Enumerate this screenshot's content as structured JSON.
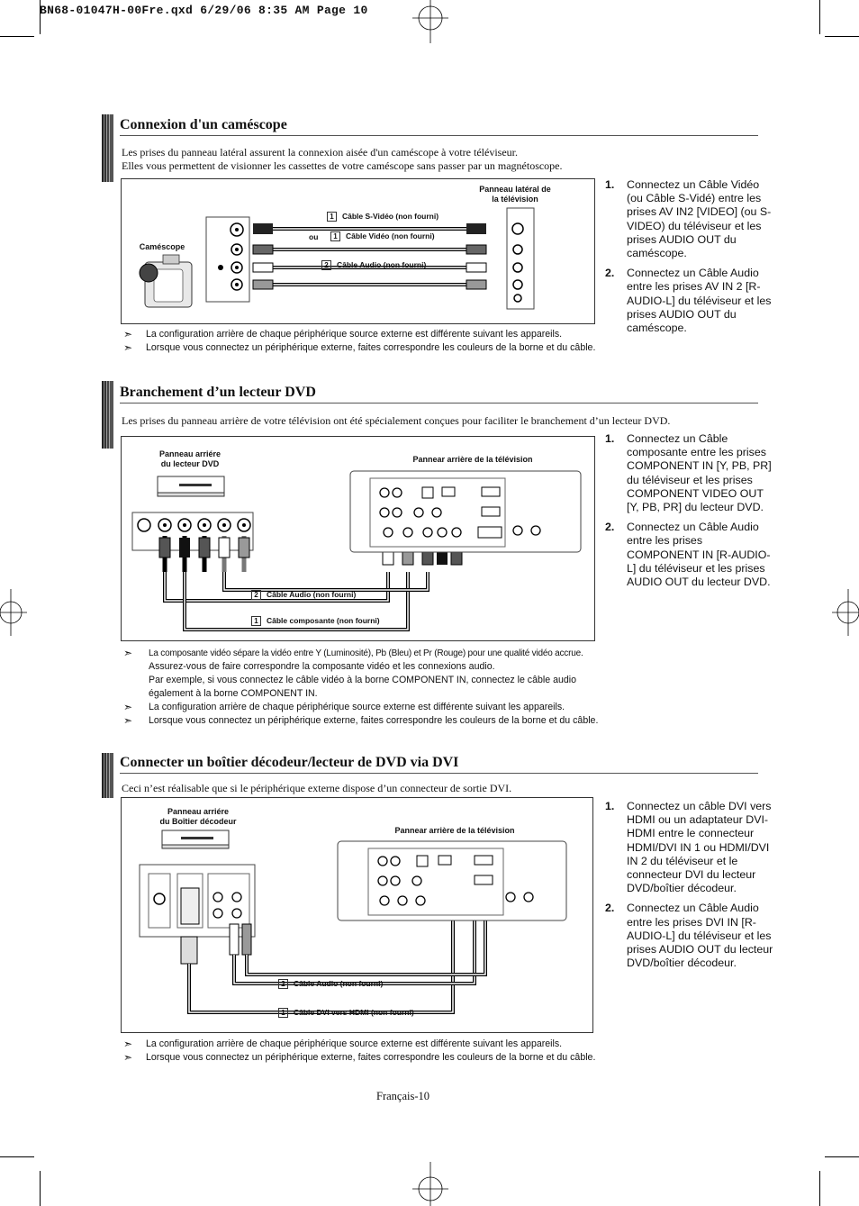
{
  "header": "BN68-01047H-00Fre.qxd   6/29/06 8:35 AM   Page 10",
  "sections": [
    {
      "title": "Connexion d'un caméscope",
      "intro": [
        "Les prises du panneau latéral assurent la connexion aisée d'un caméscope à votre téléviseur.",
        "Elles vous permettent de visionner les cassettes de votre caméscope sans passer par un magnétoscope."
      ],
      "diagram": {
        "label_camcorder": "Caméscope",
        "label_tv": "Panneau latéral de\nla télévision",
        "ou": "ou",
        "cables": [
          {
            "num": "1",
            "label": "Câble S-Vidéo (non fourni)"
          },
          {
            "num": "1",
            "label": "Câble Vidéo (non fourni)"
          },
          {
            "num": "2",
            "label": "Câble Audio (non fourni)"
          }
        ]
      },
      "steps": [
        {
          "num": "1.",
          "text": "Connectez un Câble Vidéo (ou Câble S-Vidé) entre les prises AV IN2 [VIDEO] (ou S-VIDEO) du téléviseur et les prises AUDIO OUT du caméscope."
        },
        {
          "num": "2.",
          "text": "Connectez un Câble Audio entre les prises AV IN 2 [R-AUDIO-L] du téléviseur et les prises AUDIO OUT du caméscope."
        }
      ],
      "notes": [
        "La configuration arrière de chaque périphérique source externe est différente suivant les appareils.",
        "Lorsque vous connectez un périphérique externe, faites correspondre les couleurs de la borne et du câble."
      ]
    },
    {
      "title": "Branchement d’un lecteur DVD",
      "intro": [
        "Les prises du panneau arrière de votre télévision ont été spécialement conçues pour faciliter le branchement d’un lecteur DVD."
      ],
      "diagram": {
        "label_device": "Panneau arriére\ndu lecteur DVD",
        "label_tv": "Pannear arrière de la télévision",
        "cables": [
          {
            "num": "2",
            "label": "Câble Audio (non fourni)"
          },
          {
            "num": "1",
            "label": "Câble composante (non fourni)"
          }
        ]
      },
      "steps": [
        {
          "num": "1.",
          "text": "Connectez un Câble composante entre les prises COMPONENT IN [Y, PB, PR] du téléviseur et  les prises COMPONENT VIDEO OUT [Y, PB, PR] du lecteur DVD."
        },
        {
          "num": "2.",
          "text": "Connectez un Câble Audio entre les prises COMPONENT IN [R-AUDIO-L] du téléviseur et les prises AUDIO OUT du lecteur DVD."
        }
      ],
      "notes": [
        "La composante vidéo sépare la vidéo entre Y (Luminosité), Pb (Bleu) et Pr (Rouge) pour une qualité vidéo accrue.",
        "Assurez-vous de faire correspondre la composante vidéo et les connexions audio.",
        "Par exemple, si vous connectez le câble vidéo à la borne COMPONENT IN, connectez le câble audio",
        "également à la borne COMPONENT IN.",
        "La configuration arrière de chaque périphérique source externe est différente suivant les appareils.",
        "Lorsque vous connectez un périphérique externe, faites correspondre les couleurs de la borne et du câble."
      ]
    },
    {
      "title": "Connecter un boîtier décodeur/lecteur de DVD via DVI",
      "intro": [
        "Ceci n’est réalisable que si le périphérique externe dispose d’un connecteur de sortie DVI."
      ],
      "diagram": {
        "label_device": "Panneau arriére\ndu Boîtier décodeur",
        "label_tv": "Pannear arrière de la télévision",
        "cables": [
          {
            "num": "2",
            "label": "Câble Audio (non fourni)"
          },
          {
            "num": "1",
            "label": "Câble DVI vers HDMI (non fourni)"
          }
        ]
      },
      "steps": [
        {
          "num": "1.",
          "text": "Connectez un câble DVI vers HDMI ou un adaptateur DVI-HDMI entre le connecteur HDMI/DVI IN 1 ou HDMI/DVI IN 2 du téléviseur et le connecteur DVI du lecteur DVD/boîtier décodeur."
        },
        {
          "num": "2.",
          "text": "Connectez un Câble Audio entre les prises DVI IN [R-AUDIO-L] du téléviseur et les prises AUDIO OUT du lecteur DVD/boîtier décodeur."
        }
      ],
      "notes": [
        "La configuration arrière de chaque périphérique source externe est différente suivant les appareils.",
        "Lorsque vous connectez un périphérique externe, faites correspondre les couleurs de la borne et du câble."
      ]
    }
  ],
  "footer": "Français-10"
}
